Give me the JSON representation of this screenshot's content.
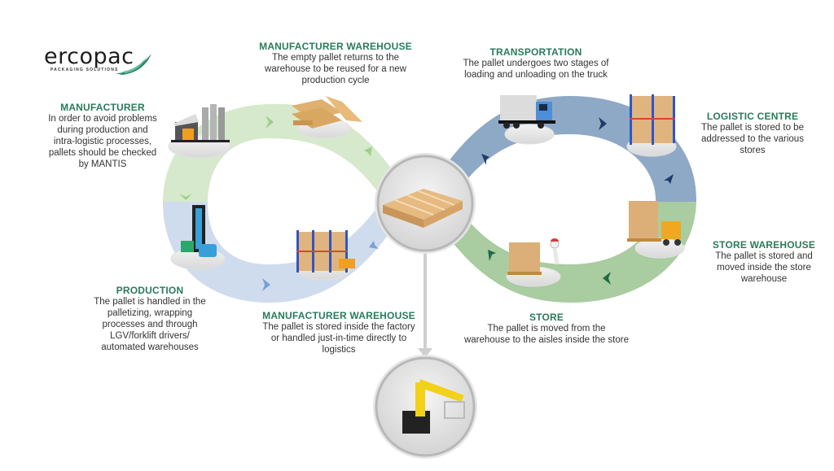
{
  "logo": {
    "name": "ercopac",
    "tagline": "PACKAGING SOLUTIONS"
  },
  "colors": {
    "title_green": "#2a7b5a",
    "band_light_green": "#d6e9cc",
    "band_light_blue": "#cfdcee",
    "band_steel_blue": "#8ea9c6",
    "band_sage_green": "#a9cca0",
    "arrow_light_green": "#9fd08a",
    "arrow_light_blue": "#7b9fd6",
    "arrow_navy": "#1f3c66",
    "arrow_dark_green": "#1e6b44"
  },
  "stages": {
    "manufacturer": {
      "title": "MANUFACTURER",
      "text": "In order to avoid problems\nduring production and\nintra-logistic processes,\npallets should be checked\nby MANTIS"
    },
    "manufacturer_warehouse_return": {
      "title": "MANUFACTURER WAREHOUSE",
      "text": "The empty pallet returns to the\nwarehouse to be reused for a new\nproduction cycle"
    },
    "transportation": {
      "title": "TRANSPORTATION",
      "text": "The pallet undergoes two stages of\nloading and unloading on the truck"
    },
    "logistic_centre": {
      "title": "LOGISTIC CENTRE",
      "text": "The pallet is stored to be\naddressed to the various\nstores"
    },
    "store_warehouse": {
      "title": "STORE WAREHOUSE",
      "text": "The pallet is stored and\nmoved inside the store\nwarehouse"
    },
    "store": {
      "title": "STORE",
      "text": "The pallet is moved from the\nwarehouse to the aisles inside the store"
    },
    "manufacturer_warehouse_store": {
      "title": "MANUFACTURER WAREHOUSE",
      "text": "The pallet is stored inside the factory\nor handled just-in-time directly to\nlogistics"
    },
    "production": {
      "title": "PRODUCTION",
      "text": "The pallet is handled in the\npalletizing, wrapping\nprocesses and through\nLGV/forklift drivers/\nautomated warehouses"
    }
  },
  "icons": {
    "center": "wooden-pallet",
    "bottom": "palletizing-robot",
    "manufacturer": "factory-silos",
    "warehouse_return": "stacked-pallets",
    "production": "lgv-forklift",
    "manufacturer_warehouse": "rack-with-forklift",
    "transportation": "delivery-truck",
    "logistic_centre": "warehouse-racks",
    "store_warehouse": "forklift-with-boxes",
    "store": "pallet-jack-worker"
  }
}
